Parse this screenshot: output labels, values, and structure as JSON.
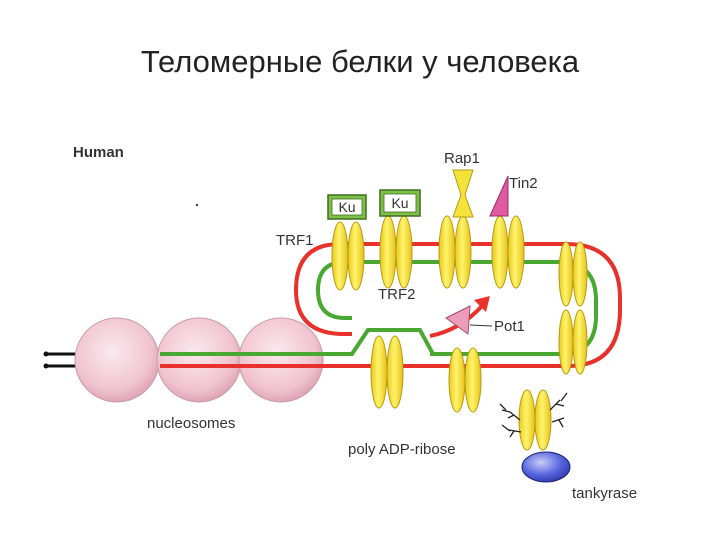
{
  "title": "Теломерные белки у человека",
  "diagram": {
    "species_label": "Human",
    "labels": {
      "ku_1": "Ku",
      "ku_2": "Ku",
      "rap1": "Rap1",
      "tin2": "Tin2",
      "trf1": "TRF1",
      "trf2": "TRF2",
      "pot1": "Pot1",
      "nucleosomes": "nucleosomes",
      "poly_adp_ribose": "poly ADP-ribose",
      "tankyrase": "tankyrase"
    },
    "colors": {
      "dna_strand_red": "#e8312a",
      "dna_strand_green": "#49a832",
      "protein_yellow": "#f4e23a",
      "ku_green": "#7ec04a",
      "nucleosome_pink": "#f1c6d2",
      "pot1_pink": "#ec9bb8",
      "tin2_magenta": "#d23c8c",
      "tankyrase_blue": "#4b57d6"
    }
  }
}
